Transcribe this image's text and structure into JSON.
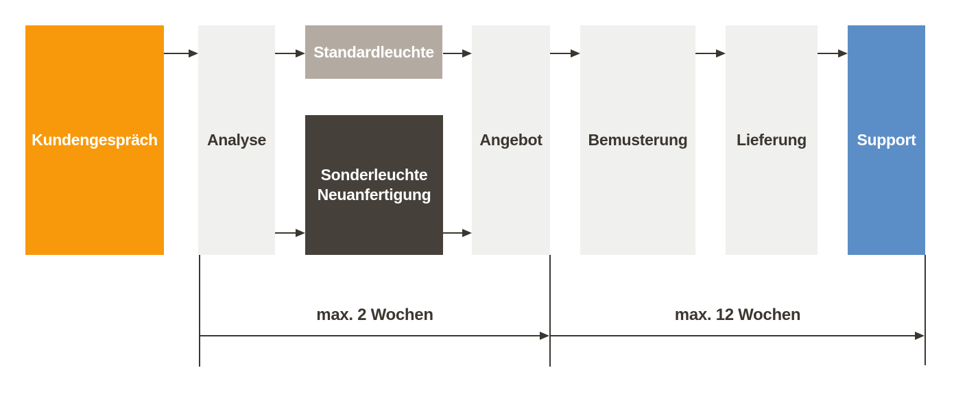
{
  "diagram": {
    "type": "process-flow",
    "nodes": [
      {
        "id": "kundengespraech",
        "label": "Kundengespräch",
        "bg_color": "#F8990B",
        "text_color": "#FFFFFF"
      },
      {
        "id": "analyse",
        "label": "Analyse",
        "bg_color": "#F0F0EE",
        "text_color": "#3B362F"
      },
      {
        "id": "standardleuchte",
        "label": "Standardleuchte",
        "bg_color": "#B3AAA1",
        "text_color": "#FFFFFF"
      },
      {
        "id": "sonderleuchte-neuanfertigung",
        "label": "Sonderleuchte Neuanfertigung",
        "lines": [
          "Sonderleuchte",
          "Neuanfertigung"
        ],
        "bg_color": "#454039",
        "text_color": "#FFFFFF"
      },
      {
        "id": "angebot",
        "label": "Angebot",
        "bg_color": "#F0F0EE",
        "text_color": "#3B362F"
      },
      {
        "id": "bemusterung",
        "label": "Bemusterung",
        "bg_color": "#F0F0EE",
        "text_color": "#3B362F"
      },
      {
        "id": "lieferung",
        "label": "Lieferung",
        "bg_color": "#F0F0EE",
        "text_color": "#3B362F"
      },
      {
        "id": "support",
        "label": "Support",
        "bg_color": "#5B8EC7",
        "text_color": "#FFFFFF"
      }
    ],
    "edges": [
      {
        "from": "kundengespraech",
        "to": "analyse"
      },
      {
        "from": "analyse",
        "to": "standardleuchte"
      },
      {
        "from": "analyse",
        "to": "sonderleuchte-neuanfertigung"
      },
      {
        "from": "standardleuchte",
        "to": "angebot"
      },
      {
        "from": "sonderleuchte-neuanfertigung",
        "to": "angebot"
      },
      {
        "from": "angebot",
        "to": "bemusterung"
      },
      {
        "from": "bemusterung",
        "to": "lieferung"
      },
      {
        "from": "lieferung",
        "to": "support"
      }
    ],
    "timeline": [
      {
        "label": "max. 2 Wochen",
        "span": [
          "analyse",
          "angebot"
        ]
      },
      {
        "label": "max. 12 Wochen",
        "span": [
          "angebot",
          "support"
        ]
      }
    ],
    "colors": {
      "background": "#FFFFFF",
      "arrow": "#3B362F",
      "orange": "#F8990B",
      "light_gray": "#F0F0EE",
      "taupe": "#B3AAA1",
      "dark": "#454039",
      "blue": "#5B8EC7"
    }
  }
}
